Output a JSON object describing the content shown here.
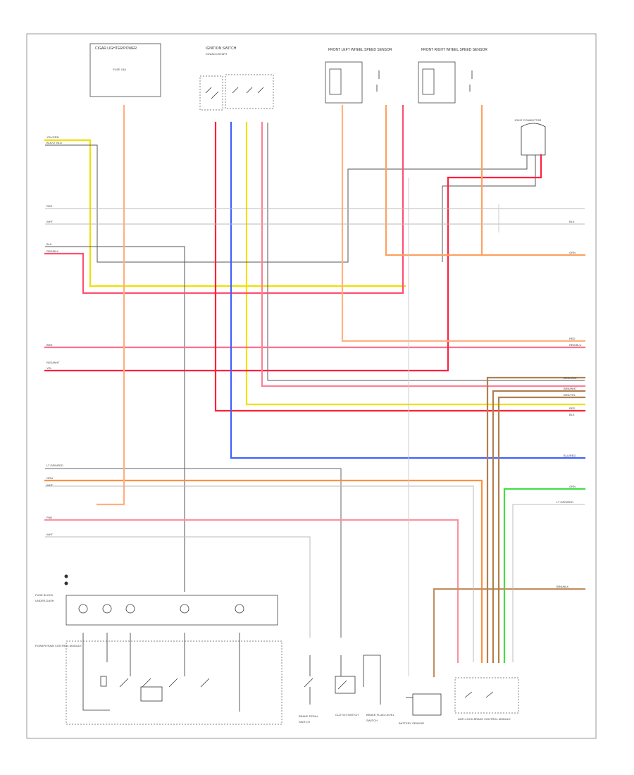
{
  "diagram": {
    "footer_code": "",
    "top_components": [
      {
        "id": "cig",
        "title": "CIGAR LIGHTER/POWER",
        "sub": "FUSE 15A"
      },
      {
        "id": "ign",
        "title": "IGNITION SWITCH",
        "sub": "IGN/ACC/START"
      },
      {
        "id": "flws",
        "title": "FRONT LEFT WHEEL SPEED SENSOR",
        "sub": ""
      },
      {
        "id": "frws",
        "title": "FRONT RIGHT WHEEL SPEED SENSOR",
        "sub": ""
      },
      {
        "id": "jc",
        "title": "JOINT CONNECTOR",
        "sub": ""
      }
    ],
    "left_wire_labels": [
      "YEL/GRN",
      "BLK/LT BLU",
      "RED",
      "WHT",
      "BLK",
      "RED/BLK",
      "BRN",
      "RED/WHT",
      "YEL",
      "LT GRN/RED",
      "ORN",
      "WHT",
      "PNK",
      "WHT"
    ],
    "right_wire_labels": [
      "BLK",
      "ORN",
      "RED",
      "RED/BLU",
      "BRN/ORN",
      "BRN/WHT",
      "BRN/YEL",
      "RED",
      "BLK",
      "BLU/RED",
      "GRN",
      "LT GRN/RED",
      "BRN/BLK"
    ],
    "bottom_components": [
      {
        "id": "fuse",
        "title": "FUSE BLOCK",
        "sub": "UNDER-DASH"
      },
      {
        "id": "ecu",
        "title": "POWERTRAIN CONTROL MODULE",
        "sub": ""
      },
      {
        "id": "brake",
        "title": "BRAKE PEDAL",
        "sub": "SWITCH"
      },
      {
        "id": "clutch",
        "title": "CLUTCH SWITCH",
        "sub": ""
      },
      {
        "id": "bfsw",
        "title": "BRAKE FLUID LEVEL",
        "sub": "SWITCH"
      },
      {
        "id": "bat",
        "title": "BATTERY SENSOR",
        "sub": ""
      },
      {
        "id": "abs",
        "title": "ANTI-LOCK BRAKE CONTROL MODULE",
        "sub": ""
      }
    ]
  }
}
